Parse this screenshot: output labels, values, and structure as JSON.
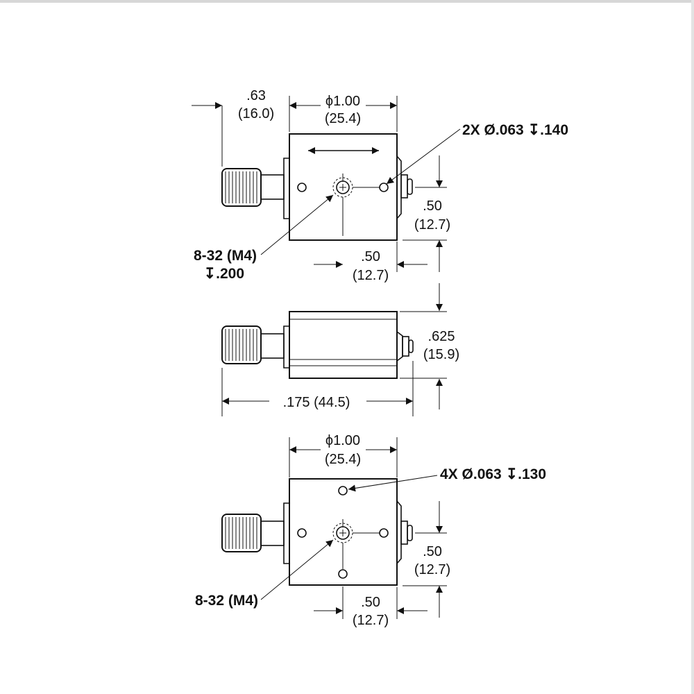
{
  "views": {
    "top": {
      "width_dim": {
        "inch": "ϕ1.00",
        "mm": "(25.4)"
      },
      "knob_dim": {
        "inch": ".63",
        "mm": "(16.0)"
      },
      "hole_note": "2X Ø.063 ↧.140",
      "thread_note": {
        "line1": "8-32 (M4)",
        "line2": "↧.200"
      },
      "offset_dim": {
        "inch": ".50",
        "mm": "(12.7)"
      },
      "bottom_dim": {
        "inch": ".50",
        "mm": "(12.7)"
      }
    },
    "side": {
      "height_dim": {
        "inch": ".625",
        "mm": "(15.9)"
      },
      "length_dim": ".175 (44.5)"
    },
    "bottom": {
      "width_dim": {
        "inch": "ϕ1.00",
        "mm": "(25.4)"
      },
      "hole_note": "4X Ø.063 ↧.130",
      "thread_note": "8-32 (M4)",
      "offset_dim": {
        "inch": ".50",
        "mm": "(12.7)"
      },
      "bottom_dim": {
        "inch": ".50",
        "mm": "(12.7)"
      }
    }
  }
}
